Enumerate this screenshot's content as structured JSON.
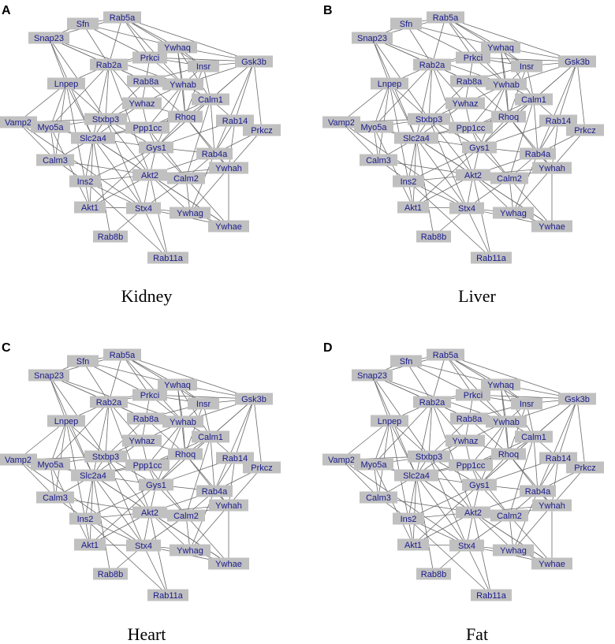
{
  "panels": [
    {
      "letter": "A",
      "caption": "Kidney"
    },
    {
      "letter": "B",
      "caption": "Liver"
    },
    {
      "letter": "C",
      "caption": "Heart"
    },
    {
      "letter": "D",
      "caption": "Fat"
    }
  ],
  "nodes": [
    "Sfn",
    "Rab5a",
    "Snap23",
    "Ywhaq",
    "Prkci",
    "Insr",
    "Gsk3b",
    "Rab2a",
    "Lnpep",
    "Rab8a",
    "Ywhab",
    "Calm1",
    "Ywhaz",
    "Rhoq",
    "Rab14",
    "Vamp2",
    "Myo5a",
    "Stxbp3",
    "Ppp1cc",
    "Prkcz",
    "Slc2a4",
    "Gys1",
    "Rab4a",
    "Calm3",
    "Ins2",
    "Akt2",
    "Calm2",
    "Ywhah",
    "Akt1",
    "Stx4",
    "Ywhag",
    "Ywhae",
    "Rab8b",
    "Rab11a"
  ],
  "edges": [
    [
      "Sfn",
      "Rab5a"
    ],
    [
      "Sfn",
      "Snap23"
    ],
    [
      "Sfn",
      "Prkci"
    ],
    [
      "Sfn",
      "Rab2a"
    ],
    [
      "Sfn",
      "Ywhaq"
    ],
    [
      "Rab5a",
      "Ywhaq"
    ],
    [
      "Rab5a",
      "Prkci"
    ],
    [
      "Rab5a",
      "Rab2a"
    ],
    [
      "Rab5a",
      "Insr"
    ],
    [
      "Rab5a",
      "Ywhab"
    ],
    [
      "Rab5a",
      "Snap23"
    ],
    [
      "Rab5a",
      "Gsk3b"
    ],
    [
      "Snap23",
      "Rab2a"
    ],
    [
      "Snap23",
      "Lnpep"
    ],
    [
      "Snap23",
      "Stxbp3"
    ],
    [
      "Snap23",
      "Ywhab"
    ],
    [
      "Snap23",
      "Slc2a4"
    ],
    [
      "Snap23",
      "Rab8a"
    ],
    [
      "Ywhaq",
      "Insr"
    ],
    [
      "Ywhaq",
      "Gsk3b"
    ],
    [
      "Ywhaq",
      "Ywhab"
    ],
    [
      "Ywhaq",
      "Calm1"
    ],
    [
      "Ywhaq",
      "Rab2a"
    ],
    [
      "Ywhaq",
      "Rhoq"
    ],
    [
      "Prkci",
      "Rab2a"
    ],
    [
      "Prkci",
      "Insr"
    ],
    [
      "Prkci",
      "Rab8a"
    ],
    [
      "Prkci",
      "Ywhab"
    ],
    [
      "Prkci",
      "Gsk3b"
    ],
    [
      "Insr",
      "Gsk3b"
    ],
    [
      "Insr",
      "Calm1"
    ],
    [
      "Insr",
      "Ywhab"
    ],
    [
      "Insr",
      "Rhoq"
    ],
    [
      "Insr",
      "Rab8a"
    ],
    [
      "Gsk3b",
      "Ywhab"
    ],
    [
      "Gsk3b",
      "Calm1"
    ],
    [
      "Gsk3b",
      "Rab14"
    ],
    [
      "Gsk3b",
      "Prkcz"
    ],
    [
      "Gsk3b",
      "Rab4a"
    ],
    [
      "Gsk3b",
      "Gys1"
    ],
    [
      "Rab2a",
      "Lnpep"
    ],
    [
      "Rab2a",
      "Rab8a"
    ],
    [
      "Rab2a",
      "Stxbp3"
    ],
    [
      "Rab2a",
      "Slc2a4"
    ],
    [
      "Rab2a",
      "Ywhaz"
    ],
    [
      "Rab2a",
      "Myo5a"
    ],
    [
      "Rab2a",
      "Akt2"
    ],
    [
      "Lnpep",
      "Stxbp3"
    ],
    [
      "Lnpep",
      "Slc2a4"
    ],
    [
      "Lnpep",
      "Vamp2"
    ],
    [
      "Lnpep",
      "Myo5a"
    ],
    [
      "Lnpep",
      "Calm3"
    ],
    [
      "Lnpep",
      "Ins2"
    ],
    [
      "Rab8a",
      "Ywhaz"
    ],
    [
      "Rab8a",
      "Stxbp3"
    ],
    [
      "Rab8a",
      "Ywhab"
    ],
    [
      "Rab8a",
      "Rhoq"
    ],
    [
      "Ywhab",
      "Calm1"
    ],
    [
      "Ywhab",
      "Rhoq"
    ],
    [
      "Ywhab",
      "Ywhaz"
    ],
    [
      "Ywhab",
      "Gys1"
    ],
    [
      "Ywhab",
      "Ppp1cc"
    ],
    [
      "Calm1",
      "Rhoq"
    ],
    [
      "Calm1",
      "Rab14"
    ],
    [
      "Calm1",
      "Gys1"
    ],
    [
      "Calm1",
      "Ppp1cc"
    ],
    [
      "Calm1",
      "Rab4a"
    ],
    [
      "Calm1",
      "Calm2"
    ],
    [
      "Ywhaz",
      "Stxbp3"
    ],
    [
      "Ywhaz",
      "Ppp1cc"
    ],
    [
      "Ywhaz",
      "Slc2a4"
    ],
    [
      "Ywhaz",
      "Rhoq"
    ],
    [
      "Rhoq",
      "Ppp1cc"
    ],
    [
      "Rhoq",
      "Gys1"
    ],
    [
      "Rhoq",
      "Rab4a"
    ],
    [
      "Rhoq",
      "Slc2a4"
    ],
    [
      "Rhoq",
      "Ywhah"
    ],
    [
      "Rab14",
      "Prkcz"
    ],
    [
      "Rab14",
      "Rab4a"
    ],
    [
      "Rab14",
      "Ywhah"
    ],
    [
      "Rab14",
      "Gys1"
    ],
    [
      "Vamp2",
      "Myo5a"
    ],
    [
      "Vamp2",
      "Stxbp3"
    ],
    [
      "Vamp2",
      "Slc2a4"
    ],
    [
      "Vamp2",
      "Calm3"
    ],
    [
      "Vamp2",
      "Stx4"
    ],
    [
      "Myo5a",
      "Stxbp3"
    ],
    [
      "Myo5a",
      "Slc2a4"
    ],
    [
      "Myo5a",
      "Calm3"
    ],
    [
      "Myo5a",
      "Akt1"
    ],
    [
      "Stxbp3",
      "Ppp1cc"
    ],
    [
      "Stxbp3",
      "Slc2a4"
    ],
    [
      "Stxbp3",
      "Stx4"
    ],
    [
      "Stxbp3",
      "Akt2"
    ],
    [
      "Stxbp3",
      "Gys1"
    ],
    [
      "Ppp1cc",
      "Gys1"
    ],
    [
      "Ppp1cc",
      "Slc2a4"
    ],
    [
      "Ppp1cc",
      "Calm2"
    ],
    [
      "Prkcz",
      "Rab4a"
    ],
    [
      "Prkcz",
      "Ywhah"
    ],
    [
      "Slc2a4",
      "Gys1"
    ],
    [
      "Slc2a4",
      "Ins2"
    ],
    [
      "Slc2a4",
      "Akt2"
    ],
    [
      "Slc2a4",
      "Stx4"
    ],
    [
      "Slc2a4",
      "Akt1"
    ],
    [
      "Slc2a4",
      "Calm3"
    ],
    [
      "Slc2a4",
      "Rab8b"
    ],
    [
      "Slc2a4",
      "Ywhae"
    ],
    [
      "Gys1",
      "Akt2"
    ],
    [
      "Gys1",
      "Calm2"
    ],
    [
      "Gys1",
      "Rab4a"
    ],
    [
      "Gys1",
      "Ins2"
    ],
    [
      "Gys1",
      "Akt1"
    ],
    [
      "Rab4a",
      "Calm2"
    ],
    [
      "Rab4a",
      "Ywhah"
    ],
    [
      "Rab4a",
      "Akt2"
    ],
    [
      "Rab4a",
      "Ywhag"
    ],
    [
      "Calm3",
      "Ins2"
    ],
    [
      "Calm3",
      "Akt2"
    ],
    [
      "Ins2",
      "Akt2"
    ],
    [
      "Ins2",
      "Akt1"
    ],
    [
      "Ins2",
      "Stx4"
    ],
    [
      "Ins2",
      "Rab11a"
    ],
    [
      "Akt2",
      "Calm2"
    ],
    [
      "Akt2",
      "Akt1"
    ],
    [
      "Akt2",
      "Stx4"
    ],
    [
      "Akt2",
      "Ywhag"
    ],
    [
      "Akt2",
      "Ywhah"
    ],
    [
      "Akt2",
      "Ywhae"
    ],
    [
      "Akt2",
      "Rab11a"
    ],
    [
      "Calm2",
      "Ywhah"
    ],
    [
      "Calm2",
      "Ywhag"
    ],
    [
      "Calm2",
      "Stx4"
    ],
    [
      "Calm2",
      "Ywhae"
    ],
    [
      "Ywhah",
      "Ywhae"
    ],
    [
      "Ywhah",
      "Ywhag"
    ],
    [
      "Akt1",
      "Stx4"
    ],
    [
      "Stx4",
      "Ywhag"
    ],
    [
      "Stx4",
      "Rab8b"
    ],
    [
      "Stx4",
      "Rab11a"
    ],
    [
      "Stx4",
      "Ywhae"
    ],
    [
      "Ywhag",
      "Ywhae"
    ]
  ],
  "colors": {
    "node": "#c0c0c0",
    "label": "#1a1a8c",
    "edge": "#6a6a6a",
    "background": "#ffffff"
  }
}
